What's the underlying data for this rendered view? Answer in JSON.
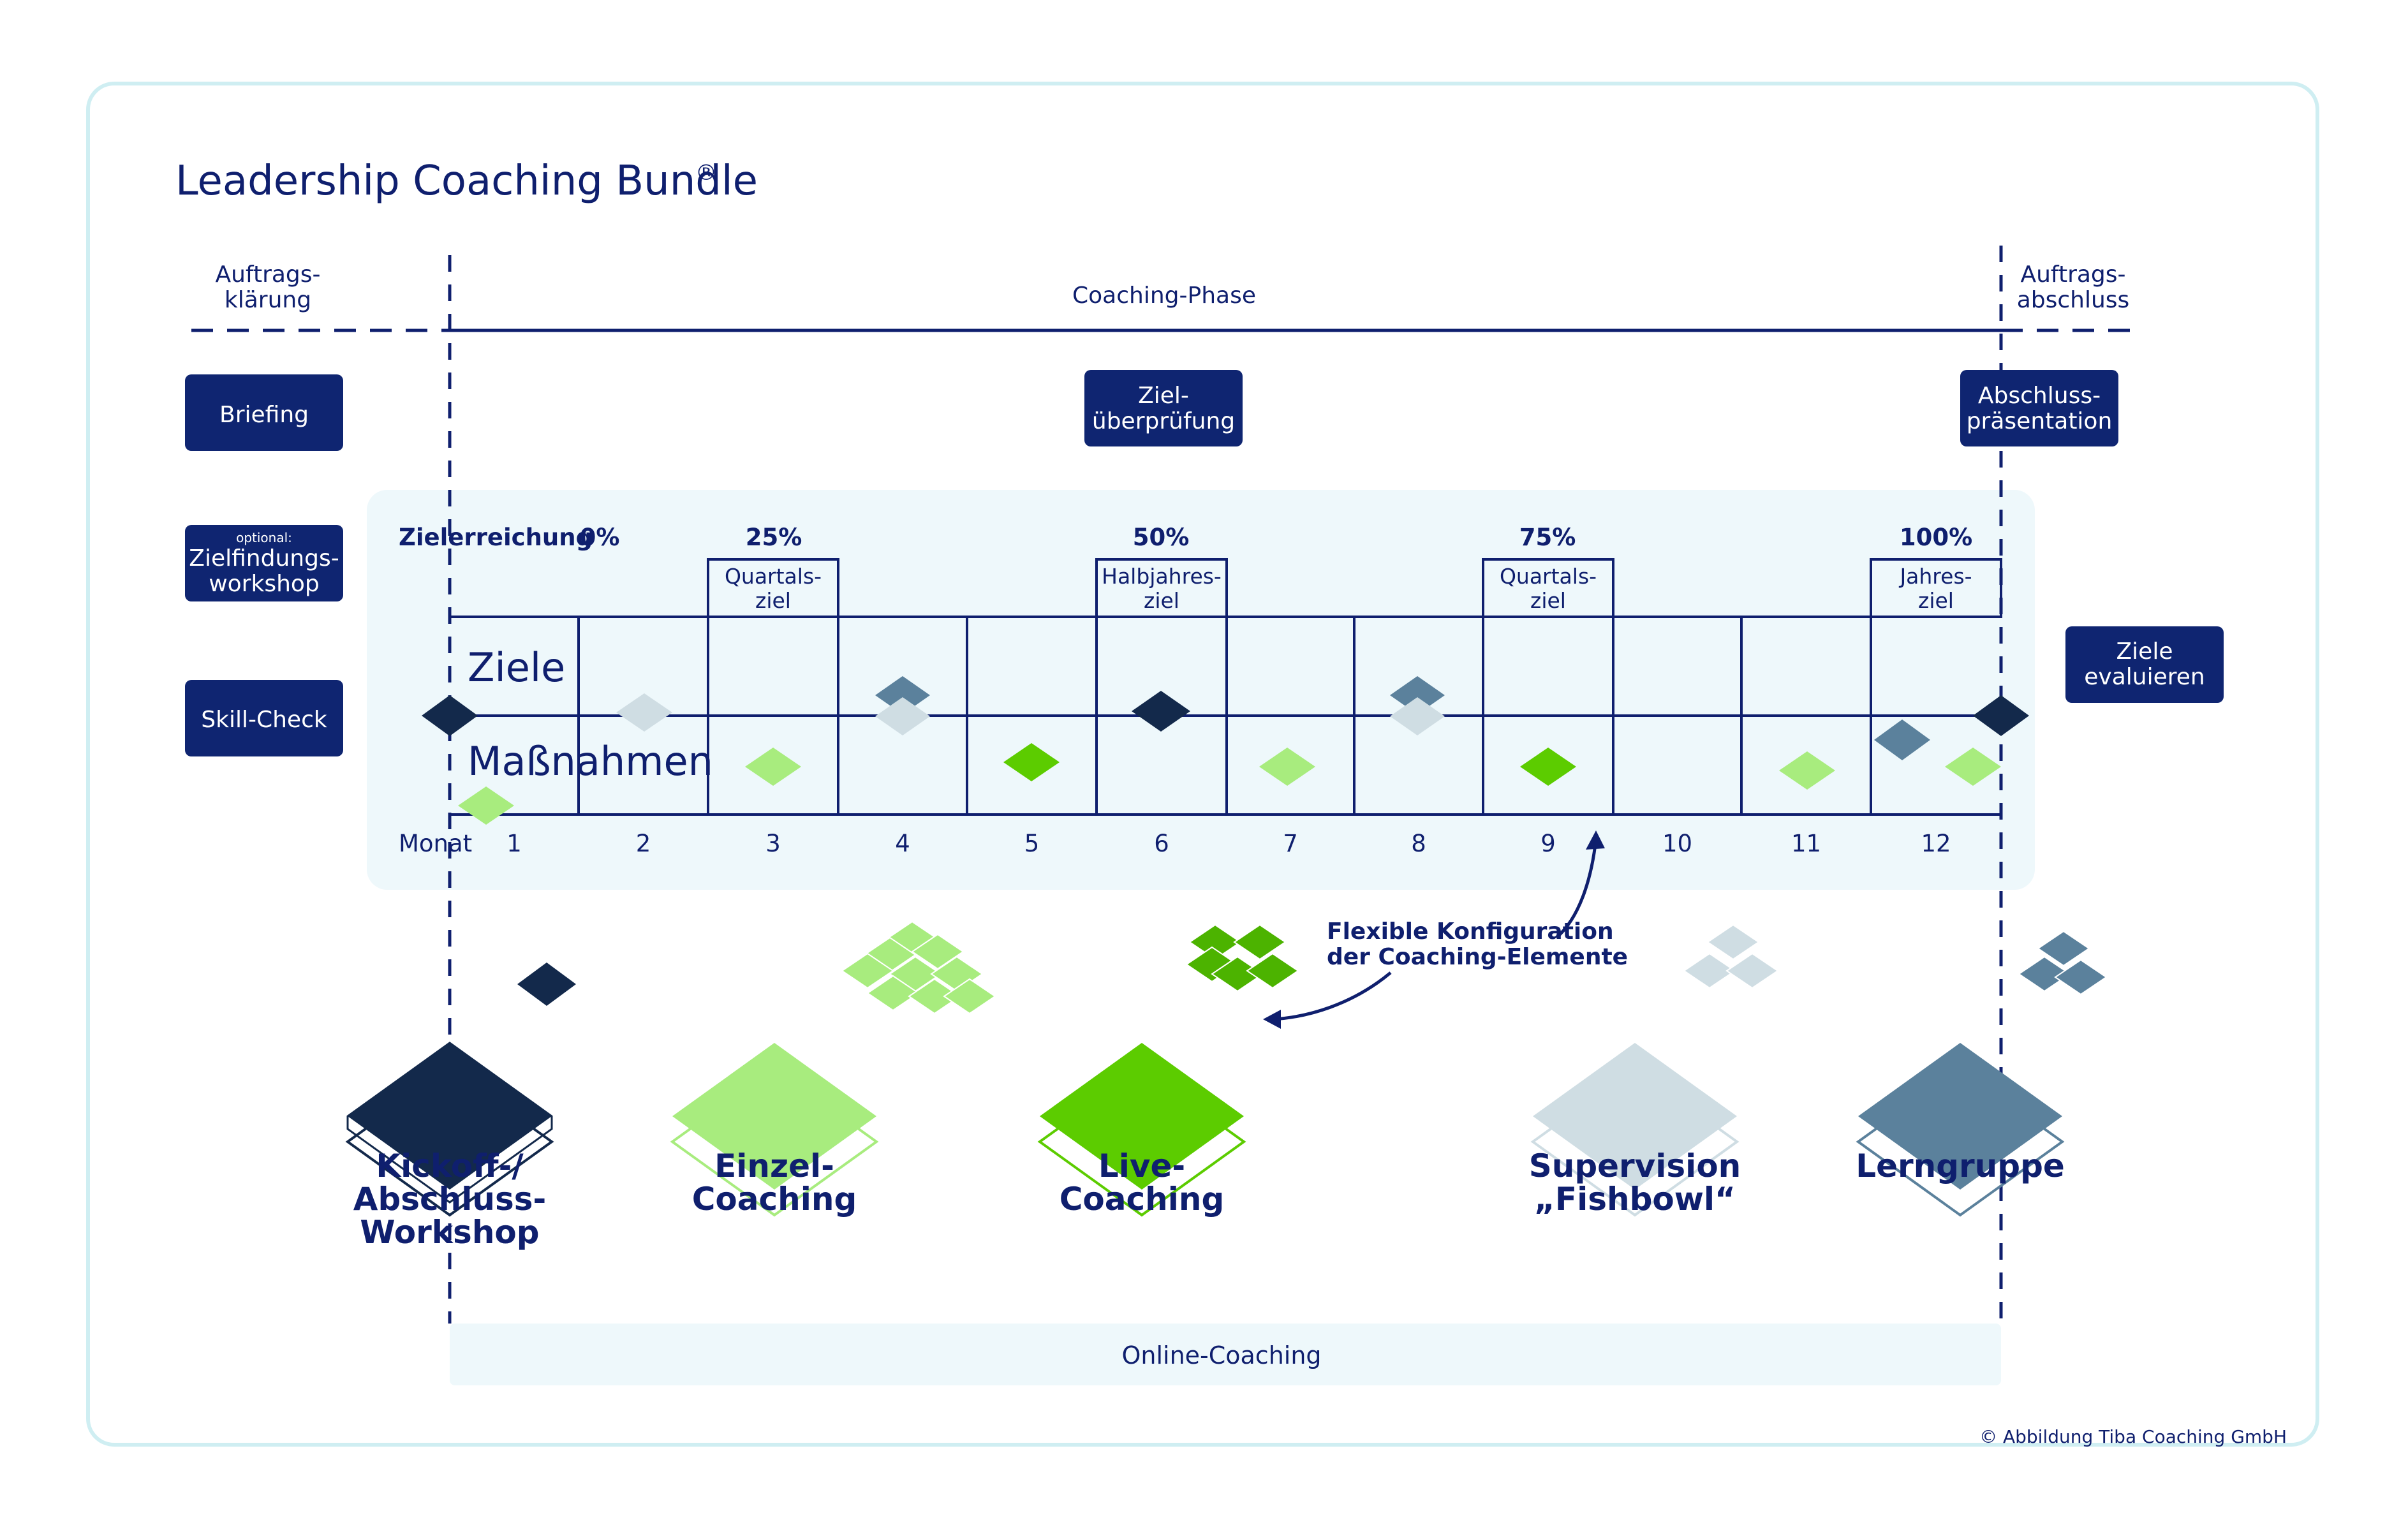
{
  "title": "Leadership Coaching Bundle",
  "title_mark": "®",
  "phases": {
    "left_line1": "Auftrags-",
    "left_line2": "klärung",
    "center": "Coaching-Phase",
    "right_line1": "Auftrags-",
    "right_line2": "abschluss"
  },
  "left_buttons": {
    "briefing": "Briefing",
    "optional_note": "optional:",
    "workshop_line1": "Zielfindungs-",
    "workshop_line2": "workshop",
    "skill_check": "Skill-Check"
  },
  "top_buttons": {
    "review_line1": "Ziel-",
    "review_line2": "überprüfung",
    "final_line1": "Abschluss-",
    "final_line2": "präsentation"
  },
  "evaluate_line1": "Ziele",
  "evaluate_line2": "evaluieren",
  "timeline": {
    "achievement_label": "Zielerreichung",
    "percents": [
      "0%",
      "25%",
      "50%",
      "75%",
      "100%"
    ],
    "goal_boxes": [
      {
        "line1": "Quartals-",
        "line2": "ziel"
      },
      {
        "line1": "Halbjahres-",
        "line2": "ziel"
      },
      {
        "line1": "Quartals-",
        "line2": "ziel"
      },
      {
        "line1": "Jahres-",
        "line2": "ziel"
      }
    ],
    "row_goals": "Ziele",
    "row_measures": "Maßnahmen",
    "month_label": "Monat",
    "months": [
      "1",
      "2",
      "3",
      "4",
      "5",
      "6",
      "7",
      "8",
      "9",
      "10",
      "11",
      "12"
    ]
  },
  "annotation_line1": "Flexible Konfiguration",
  "annotation_line2": "der Coaching-Elemente",
  "elements": [
    {
      "line1": "Kickoff-/",
      "line2": "Abschluss-",
      "line3": "Workshop",
      "color": "#13294b"
    },
    {
      "line1": "Einzel-",
      "line2": "Coaching",
      "line3": "",
      "color": "#a8ec7e"
    },
    {
      "line1": "Live-",
      "line2": "Coaching",
      "line3": "",
      "color": "#5ccc00"
    },
    {
      "line1": "Supervision",
      "line2": "„Fishbowl“",
      "line3": "",
      "color": "#cfdde3"
    },
    {
      "line1": "Lerngruppe",
      "line2": "",
      "line3": "",
      "color": "#5b819c"
    }
  ],
  "online_coaching": "Online-Coaching",
  "copyright": "© Abbildung Tiba Coaching GmbH",
  "colors": {
    "navy": "#0f1f6e",
    "button": "#0f2571",
    "panel": "#eef8fb",
    "frame": "#cfeef2"
  }
}
